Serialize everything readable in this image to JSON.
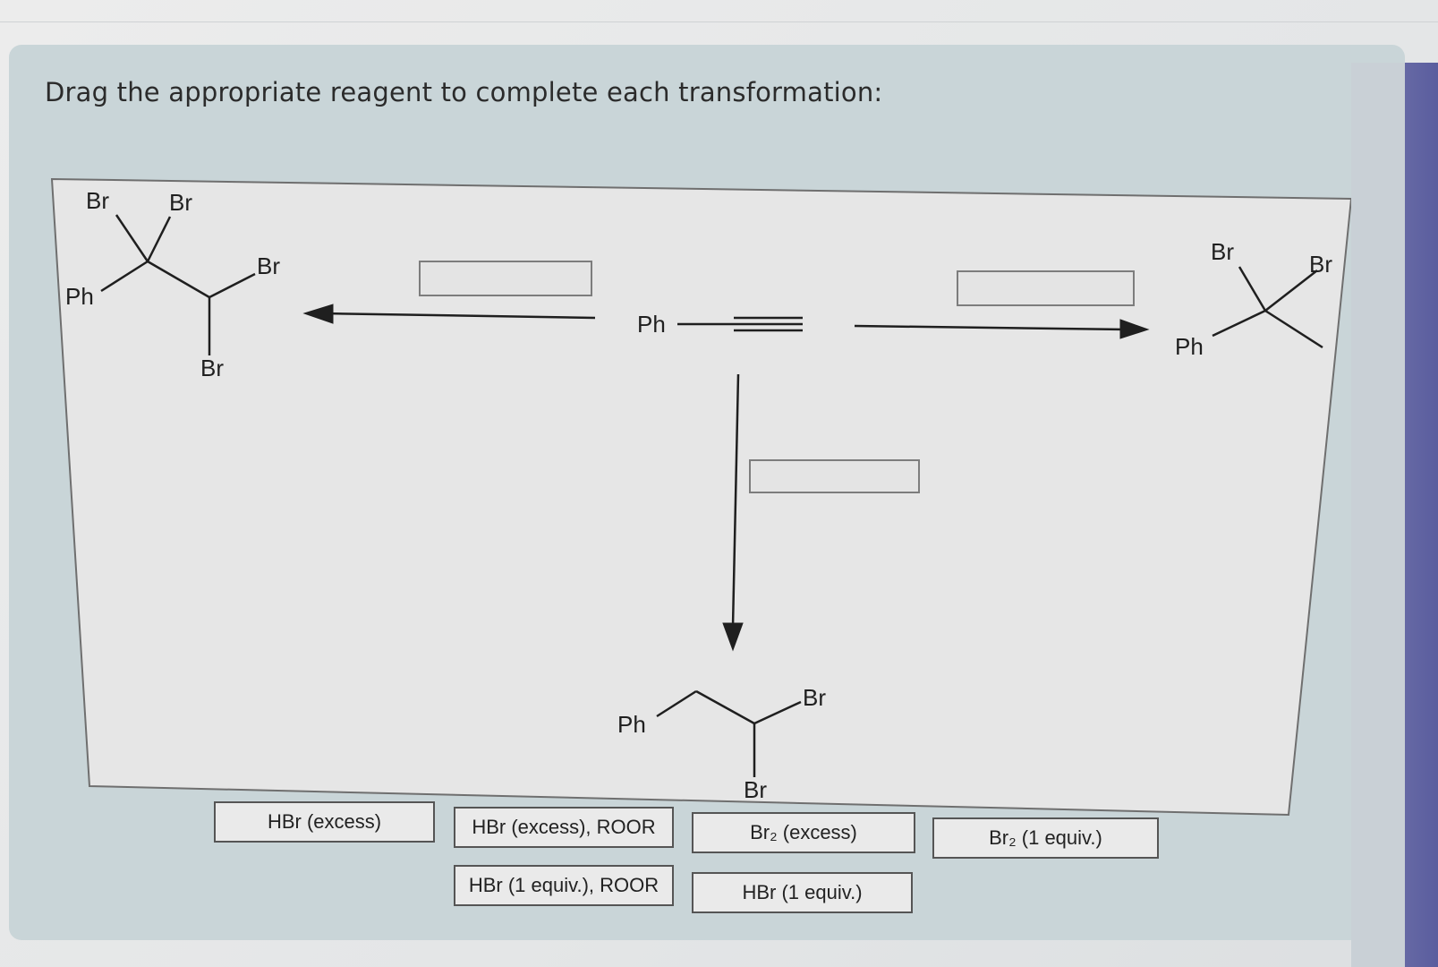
{
  "prompt": "Drag the appropriate reagent to complete each transformation:",
  "structures": {
    "left_product": {
      "br1": "Br",
      "br2": "Br",
      "br3": "Br",
      "br4": "Br",
      "ph": "Ph"
    },
    "start": {
      "ph": "Ph"
    },
    "right_product": {
      "br1": "Br",
      "br2": "Br",
      "ph": "Ph"
    },
    "bottom_product": {
      "br1": "Br",
      "br2": "Br",
      "ph": "Ph"
    }
  },
  "drop_zones": [
    {
      "id": "left",
      "value": ""
    },
    {
      "id": "right",
      "value": ""
    },
    {
      "id": "down",
      "value": ""
    }
  ],
  "reagents": {
    "hbr_excess": "HBr (excess)",
    "hbr_excess_roor": "HBr (excess), ROOR",
    "hbr_1equiv_roor": "HBr (1 equiv.), ROOR",
    "br2_excess": "Br₂ (excess)",
    "hbr_1equiv": "HBr (1 equiv.)",
    "br2_1equiv": "Br₂ (1 equiv.)"
  }
}
